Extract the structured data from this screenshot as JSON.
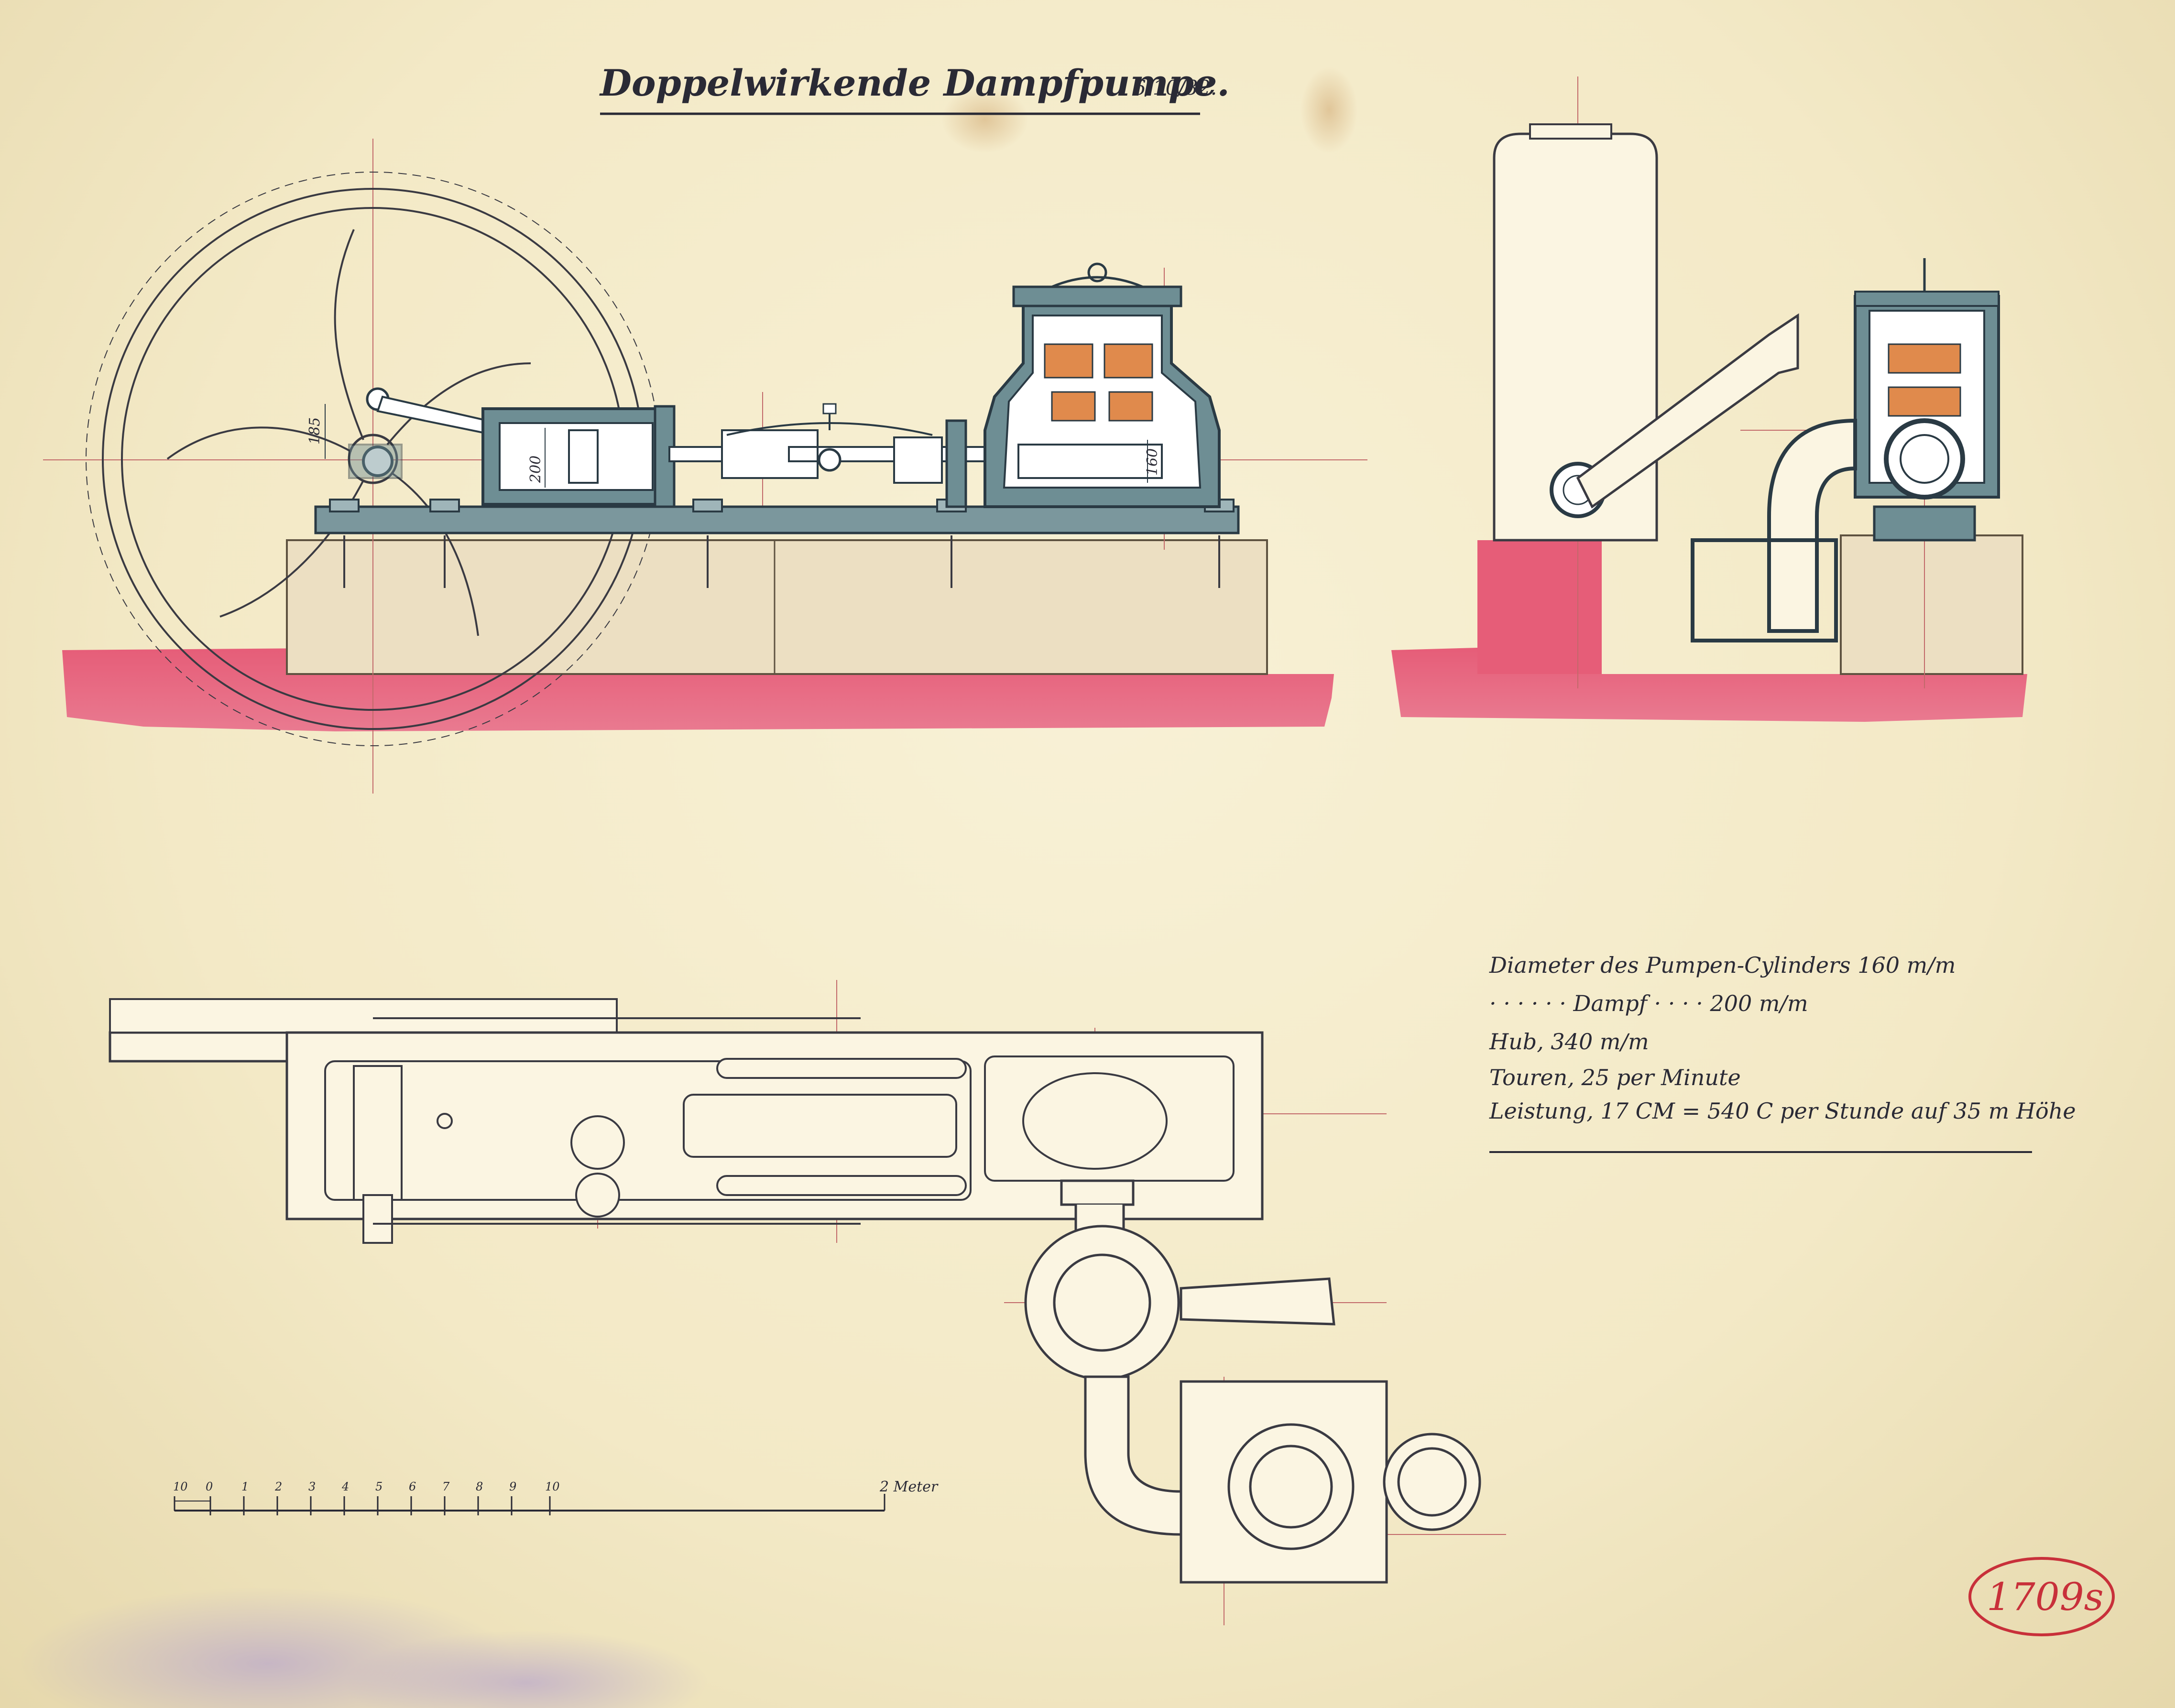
{
  "title": "Doppelwirkende Dampfpumpe.",
  "date": "6/10/82.",
  "dimensions": {
    "d185": "185",
    "d200": "200",
    "d160": "160"
  },
  "specs": {
    "line1": "Diameter des Pumpen-Cylinders 160 m/m",
    "line2": "· · · · · · Dampf · · · · 200 m/m",
    "line3": "Hub, 340 m/m",
    "line4": "Touren, 25 per Minute",
    "line5": "Leistung, 17 CM = 540 C per Stunde auf 35 m Höhe"
  },
  "scale": {
    "ticks": [
      "10",
      "0",
      "1",
      "2",
      "3",
      "4",
      "5",
      "6",
      "7",
      "8",
      "9",
      "10"
    ],
    "unit": "2 Meter"
  },
  "stamp": "1709s",
  "colors": {
    "paper": "#f4ebca",
    "ink": "#2a3a44",
    "steel": "#5f7f87",
    "foundation_red": "#e5607a",
    "stone": "#ecdfc2",
    "copper": "#e08a4c",
    "stamp_red": "#c8303a"
  }
}
